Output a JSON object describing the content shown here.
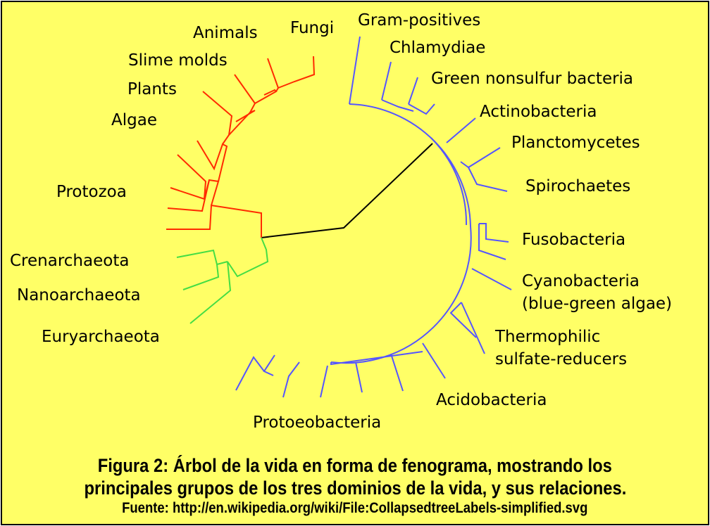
{
  "colors": {
    "background": "#ffff66",
    "eukaryota": "#ff2a00",
    "archaea": "#44dd44",
    "bacteria": "#5555ff",
    "root": "#000000"
  },
  "labels": {
    "fungi": "Fungi",
    "animals": "Animals",
    "slime_molds": "Slime molds",
    "plants": "Plants",
    "algae": "Algae",
    "protozoa": "Protozoa",
    "crenarchaeota": "Crenarchaeota",
    "nanoarchaeota": "Nanoarchaeota",
    "euryarchaeota": "Euryarchaeota",
    "gram_positives": "Gram-positives",
    "chlamydiae": "Chlamydiae",
    "green_nonsulfur": "Green nonsulfur bacteria",
    "actinobacteria": "Actinobacteria",
    "planctomycetes": "Planctomycetes",
    "spirochaetes": "Spirochaetes",
    "fusobacteria": "Fusobacteria",
    "cyanobacteria_1": "Cyanobacteria",
    "cyanobacteria_2": "(blue-green algae)",
    "thermophilic_1": "Thermophilic",
    "thermophilic_2": "sulfate-reducers",
    "acidobacteria": "Acidobacteria",
    "proteobacteria": "Protoeobacteria"
  },
  "caption": {
    "line1": "Figura 2:  Árbol de la vida en forma de fenograma, mostrando los",
    "line2": "principales grupos de los tres dominios de la vida, y sus relaciones.",
    "source": "Fuente: http://en.wikipedia.org/wiki/File:CollapsedtreeLabels-simplified.svg"
  }
}
